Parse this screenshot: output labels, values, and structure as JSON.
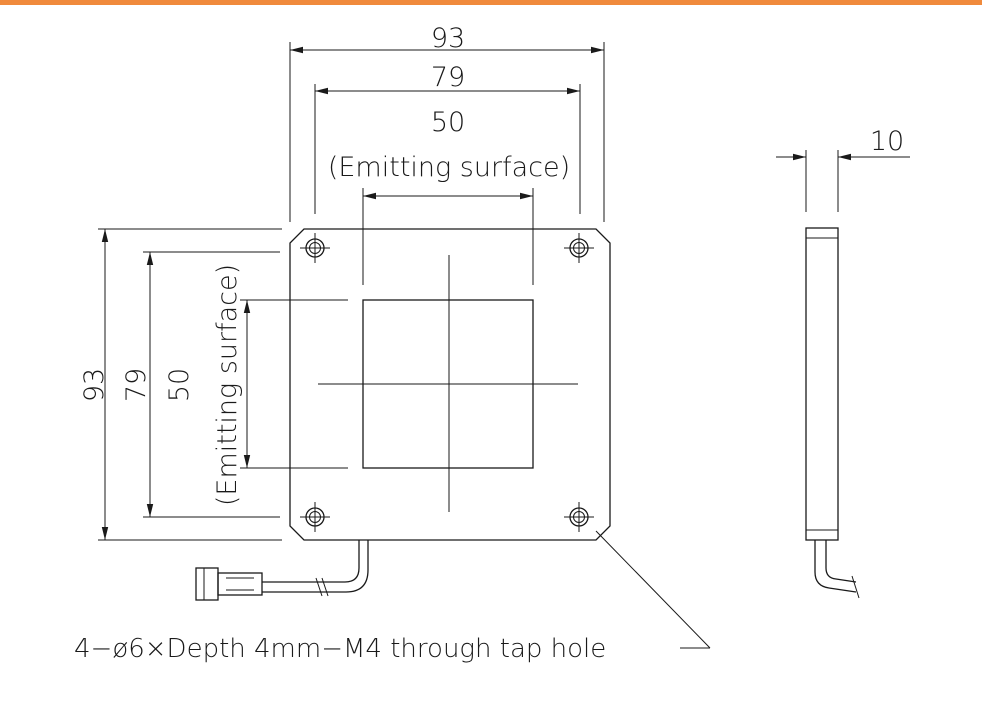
{
  "colors": {
    "accent_bar": "#f08a3c",
    "line": "#1a1a1a",
    "background": "#ffffff"
  },
  "front_view": {
    "width_overall": "93",
    "width_holes": "79",
    "width_emitting_value": "50",
    "width_emitting_label": "(Emitting surface)",
    "height_overall": "93",
    "height_holes": "79",
    "height_emitting_value": "50",
    "height_emitting_label": "(Emitting surface)"
  },
  "side_view": {
    "thickness": "10"
  },
  "note": {
    "hole_spec": "4−ø6×Depth 4mm−M4 through tap hole"
  }
}
